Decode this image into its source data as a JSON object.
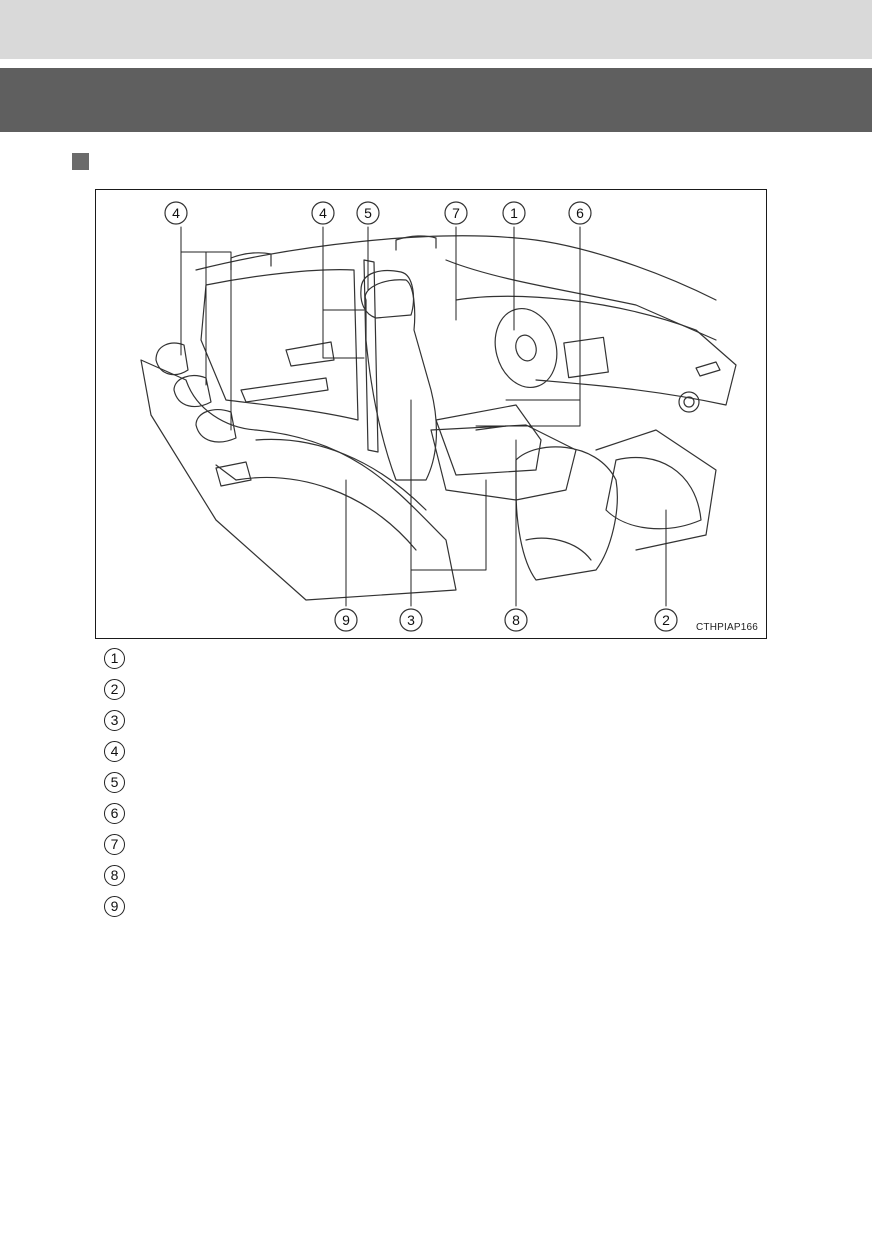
{
  "header": {
    "section_title": ""
  },
  "figure": {
    "code": "CTHPIAP166",
    "callouts": [
      {
        "num": "4"
      },
      {
        "num": "4"
      },
      {
        "num": "5"
      },
      {
        "num": "7"
      },
      {
        "num": "1"
      },
      {
        "num": "6"
      },
      {
        "num": "9"
      },
      {
        "num": "3"
      },
      {
        "num": "8"
      },
      {
        "num": "2"
      }
    ]
  },
  "legend": {
    "items": [
      {
        "num": "1",
        "text": ""
      },
      {
        "num": "2",
        "text": ""
      },
      {
        "num": "3",
        "text": ""
      },
      {
        "num": "4",
        "text": ""
      },
      {
        "num": "5",
        "text": ""
      },
      {
        "num": "6",
        "text": ""
      },
      {
        "num": "7",
        "text": ""
      },
      {
        "num": "8",
        "text": ""
      },
      {
        "num": "9",
        "text": ""
      }
    ]
  }
}
